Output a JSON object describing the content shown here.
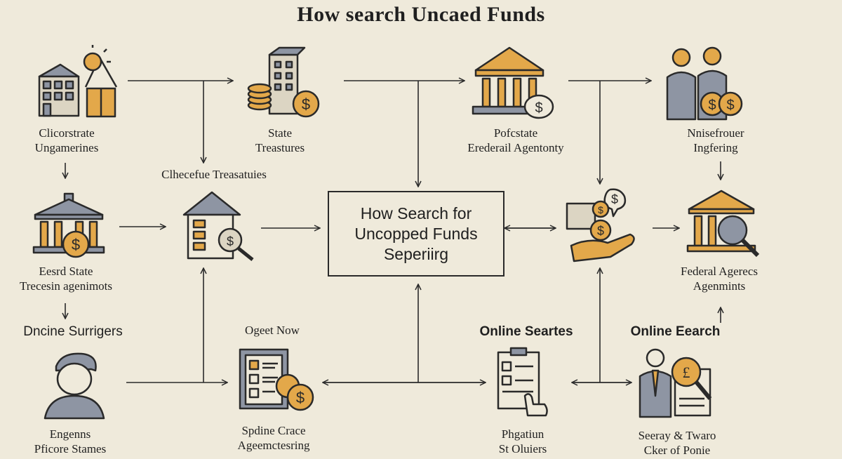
{
  "title": "How search Uncaed Funds",
  "center": {
    "line1": "How Search for",
    "line2": "Uncopped Funds",
    "line3": "Seperiirg"
  },
  "nodes": {
    "n1": {
      "line1": "Clicorstrate",
      "line2": "Ungamerines"
    },
    "n2": {
      "line1": "State",
      "line2": "Treastures"
    },
    "n3": {
      "line1": "Pofcstate",
      "line2": "Erederail Agentonty"
    },
    "n4": {
      "line1": "Nnisefrouer",
      "line2": "Ingfering"
    },
    "n5": {
      "line1": "Clhecefue Treasatuies"
    },
    "n6": {
      "line1": "Eesrd State",
      "line2": "Trecesin agenimots"
    },
    "n7": {
      "line1": "Federal Agerecs",
      "line2": "Agenmints"
    },
    "n8": {
      "line1": "Dncine Surrigers"
    },
    "n9": {
      "line1": "Ogeet Now"
    },
    "n10": {
      "line1": "Online Seartes"
    },
    "n11": {
      "line1": "Online Eearch"
    },
    "n12": {
      "line1": "Engenns",
      "line2": "Pficore Stames"
    },
    "n13": {
      "line1": "Spdine Crace",
      "line2": "Ageemctesring"
    },
    "n14": {
      "line1": "Phgatiun",
      "line2": "St Oluiers"
    },
    "n15": {
      "line1": "Seeray & Twaro",
      "line2": "Cker of Ponie"
    }
  },
  "colors": {
    "background": "#efeadb",
    "accent": "#e3a84a",
    "icon_fill": "#8e95a3",
    "ink": "#2a2a2a"
  },
  "icons": [
    "buildings-icon",
    "treasury-coins-icon",
    "bank-dollar-icon",
    "people-coins-icon",
    "government-building-icon",
    "house-magnifier-icon",
    "hand-coins-icon",
    "bank-magnifier-icon",
    "person-icon",
    "document-coins-icon",
    "checklist-icon",
    "person-magnifier-icon"
  ]
}
